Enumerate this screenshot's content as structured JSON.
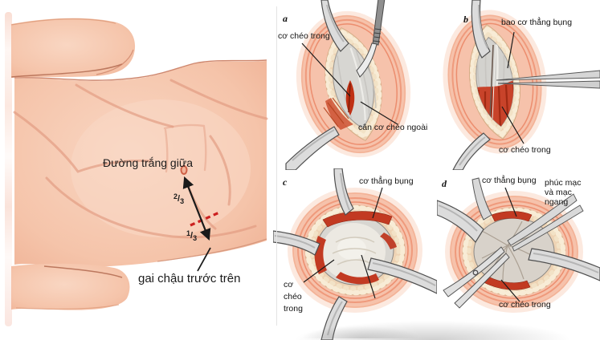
{
  "left_panel": {
    "midline_label": "Đường trắng giữa",
    "iliac_label": "gai chậu trước trên",
    "fraction_upper": {
      "num": "2",
      "slash": "/",
      "den": "3"
    },
    "fraction_lower": {
      "num": "1",
      "slash": "/",
      "den": "3"
    }
  },
  "panel_a": {
    "letter": "a",
    "label_internal_oblique": "cơ chéo trong",
    "label_external_oblique_aponeurosis": "cân cơ chéo ngoài"
  },
  "panel_b": {
    "letter": "b",
    "label_rectus_sheath": "bao cơ thẳng bụng",
    "label_internal_oblique": "cơ chéo trong"
  },
  "panel_c": {
    "letter": "c",
    "label_rectus_abdominis": "cơ thẳng bụng",
    "label_internal_oblique_lines": [
      "cơ",
      "chéo",
      "trong"
    ]
  },
  "panel_d": {
    "letter": "d",
    "label_rectus_abdominis": "cơ thẳng bụng",
    "label_peritoneum_lines": [
      "phúc mạc",
      "và mạc",
      "ngang"
    ],
    "label_internal_oblique": "cơ chéo trong"
  },
  "colors": {
    "skin": "#f5c4aa",
    "crease": "#e29a80",
    "muscle_red": "#c23a22",
    "fat": "#eed3b4",
    "fascia_gray": "#d6d5d1",
    "instrument_gray": "#dcdcdc",
    "incision_mark_red": "#cc2020",
    "text": "#1b1b1b"
  }
}
